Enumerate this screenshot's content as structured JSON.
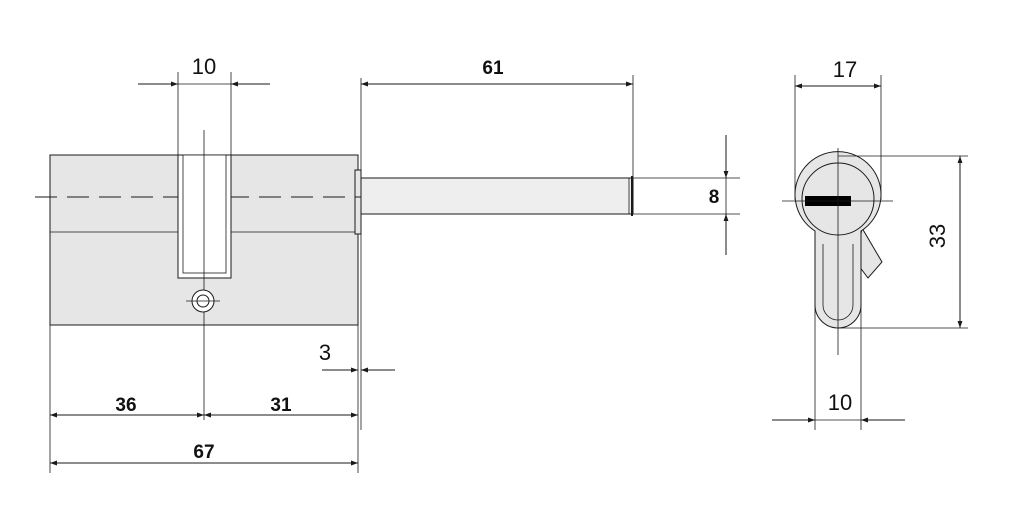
{
  "dimensions": {
    "cam_width": "10",
    "spindle_length": "61",
    "spindle_width": "8",
    "profile_width": "17",
    "profile_height": "33",
    "profile_bottom_width": "10",
    "flange_gap": "3",
    "left_length": "36",
    "right_length": "31",
    "total_length": "67"
  },
  "colors": {
    "body_fill": "#e6e6e6",
    "spindle_fill": "#eeeeee",
    "line": "#1a1a1a",
    "keyway": "#000000"
  }
}
